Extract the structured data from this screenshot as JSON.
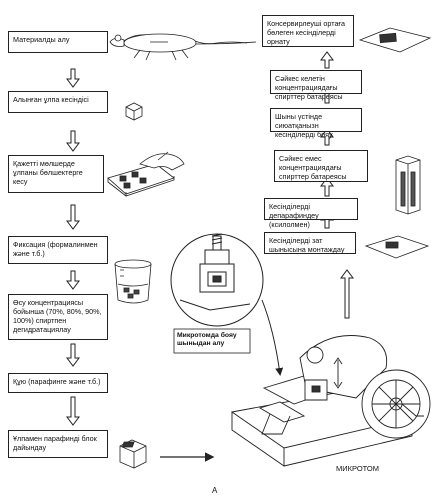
{
  "left_steps": [
    "Материалды алу",
    "Алынған ұлпа кесіндісі",
    "Қажетті мөлшерде ұлпаны бөлшектерге кесу",
    "Фиксация (формалинмен және т.б.)",
    "Өсу концентрациясы бойынша (70%, 80%, 90%, 100%) спиртпен дегидратациялау",
    "Құю (парафинге және т.б.)",
    "Ұлпамен парафинді блок дайындау"
  ],
  "right_steps": [
    "Кесінділерді зат шынысына монтаждау",
    "Кесінділерді депарафиндеу (ксилолмен)",
    "Сәйкес емес концентрациядағы спирттер батареясы",
    "Шыны үстінде сиюатқанызн кесінділерді бояу",
    "Сәйкес келетін концентрациядағы спирттер батареясы",
    "Консервирлеуші ортаға бөлеген кесінділерді орнату"
  ],
  "microtome_callout": "Микротомда бояу шыныдан алу",
  "microtome_label": "МИКРОТОМ",
  "figure_letter": "А",
  "colors": {
    "line": "#222222",
    "fill": "#ffffff"
  }
}
